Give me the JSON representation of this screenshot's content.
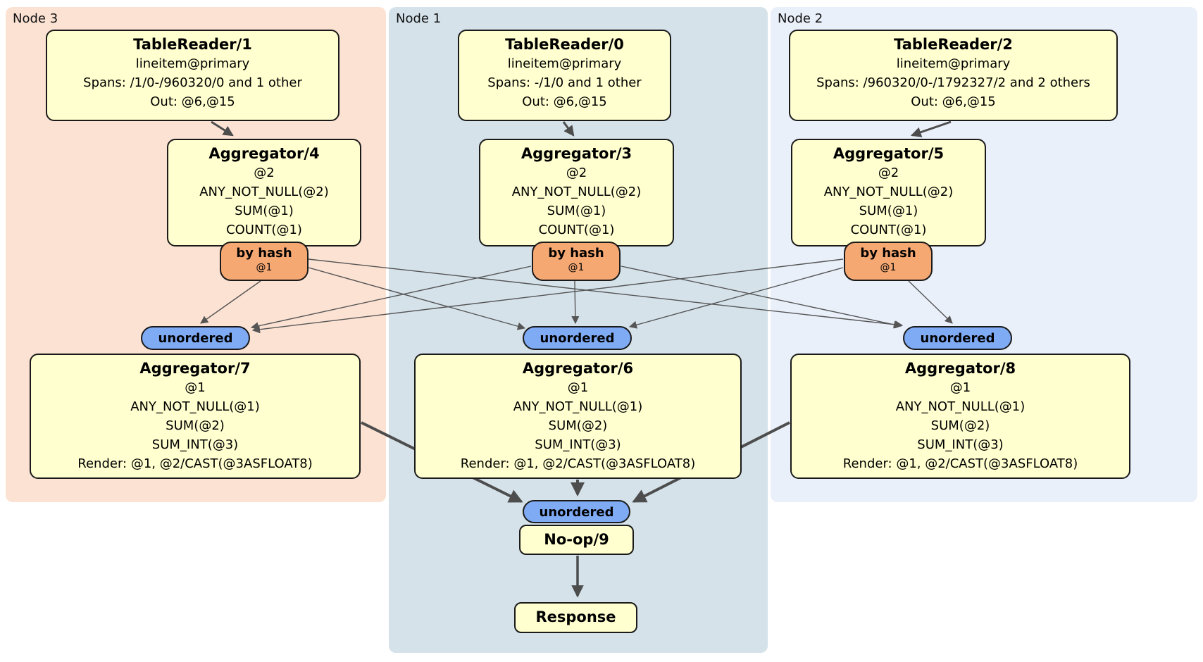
{
  "regions": {
    "node3": {
      "label": "Node 3"
    },
    "node1": {
      "label": "Node 1"
    },
    "node2": {
      "label": "Node 2"
    }
  },
  "boxes": {
    "tr1": {
      "title": "TableReader/1",
      "lines": [
        "lineitem@primary",
        "Spans: /1/0-/960320/0 and 1 other",
        "Out: @6,@15"
      ]
    },
    "tr0": {
      "title": "TableReader/0",
      "lines": [
        "lineitem@primary",
        "Spans: -/1/0 and 1 other",
        "Out: @6,@15"
      ]
    },
    "tr2": {
      "title": "TableReader/2",
      "lines": [
        "lineitem@primary",
        "Spans: /960320/0-/1792327/2 and 2 others",
        "Out: @6,@15"
      ]
    },
    "agg4": {
      "title": "Aggregator/4",
      "lines": [
        "@2",
        "ANY_NOT_NULL(@2)",
        "SUM(@1)",
        "COUNT(@1)"
      ]
    },
    "agg3": {
      "title": "Aggregator/3",
      "lines": [
        "@2",
        "ANY_NOT_NULL(@2)",
        "SUM(@1)",
        "COUNT(@1)"
      ]
    },
    "agg5": {
      "title": "Aggregator/5",
      "lines": [
        "@2",
        "ANY_NOT_NULL(@2)",
        "SUM(@1)",
        "COUNT(@1)"
      ]
    },
    "agg7": {
      "title": "Aggregator/7",
      "lines": [
        "@1",
        "ANY_NOT_NULL(@1)",
        "SUM(@2)",
        "SUM_INT(@3)",
        "Render: @1, @2/CAST(@3ASFLOAT8)"
      ]
    },
    "agg6": {
      "title": "Aggregator/6",
      "lines": [
        "@1",
        "ANY_NOT_NULL(@1)",
        "SUM(@2)",
        "SUM_INT(@3)",
        "Render: @1, @2/CAST(@3ASFLOAT8)"
      ]
    },
    "agg8": {
      "title": "Aggregator/8",
      "lines": [
        "@1",
        "ANY_NOT_NULL(@1)",
        "SUM(@2)",
        "SUM_INT(@3)",
        "Render: @1, @2/CAST(@3ASFLOAT8)"
      ]
    },
    "noop": {
      "title": "No-op/9"
    },
    "response": {
      "title": "Response"
    }
  },
  "routers": {
    "hash4": {
      "label": "by hash",
      "detail": "@1"
    },
    "hash3": {
      "label": "by hash",
      "detail": "@1"
    },
    "hash5": {
      "label": "by hash",
      "detail": "@1"
    }
  },
  "syncs": {
    "un7": {
      "label": "unordered"
    },
    "un6": {
      "label": "unordered"
    },
    "un8": {
      "label": "unordered"
    },
    "unFinal": {
      "label": "unordered"
    }
  },
  "colors": {
    "node3_bg": "#fce2d3",
    "node1_bg": "#d5e2ea",
    "node2_bg": "#eaf0fa",
    "processor_fill": "#ffffcf",
    "router_fill": "#f6a873",
    "sync_fill": "#7faaf4",
    "border": "#1a1a1a",
    "edge_thin": "#555555",
    "edge_thick": "#4d4d4d"
  }
}
